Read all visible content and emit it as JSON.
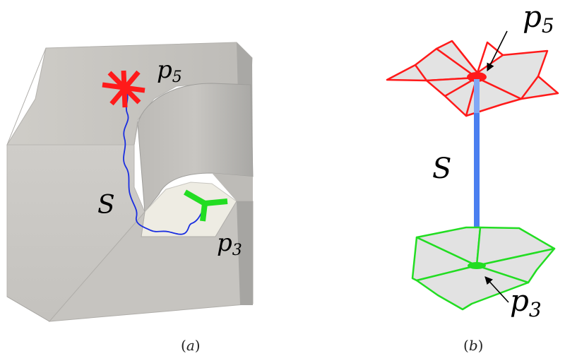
{
  "panel_a": {
    "caption_open": "(",
    "caption_letter": "a",
    "caption_close": ")",
    "label_s": "S",
    "label_p5_base": "p",
    "label_p5_sub": "5",
    "label_p3_base": "p",
    "label_p3_sub": "3"
  },
  "panel_b": {
    "caption_open": "(",
    "caption_letter": "b",
    "caption_close": ")",
    "label_s": "S",
    "label_p5_base": "p",
    "label_p5_sub": "5",
    "label_p3_base": "p",
    "label_p3_sub": "3"
  },
  "colors": {
    "red_vertex": "#ff1a1a",
    "green_vertex": "#22dd22",
    "blue_path": "#1a2ee0",
    "blue_segment": "#4a7ff0",
    "solid_face": "#c9c8c4"
  }
}
